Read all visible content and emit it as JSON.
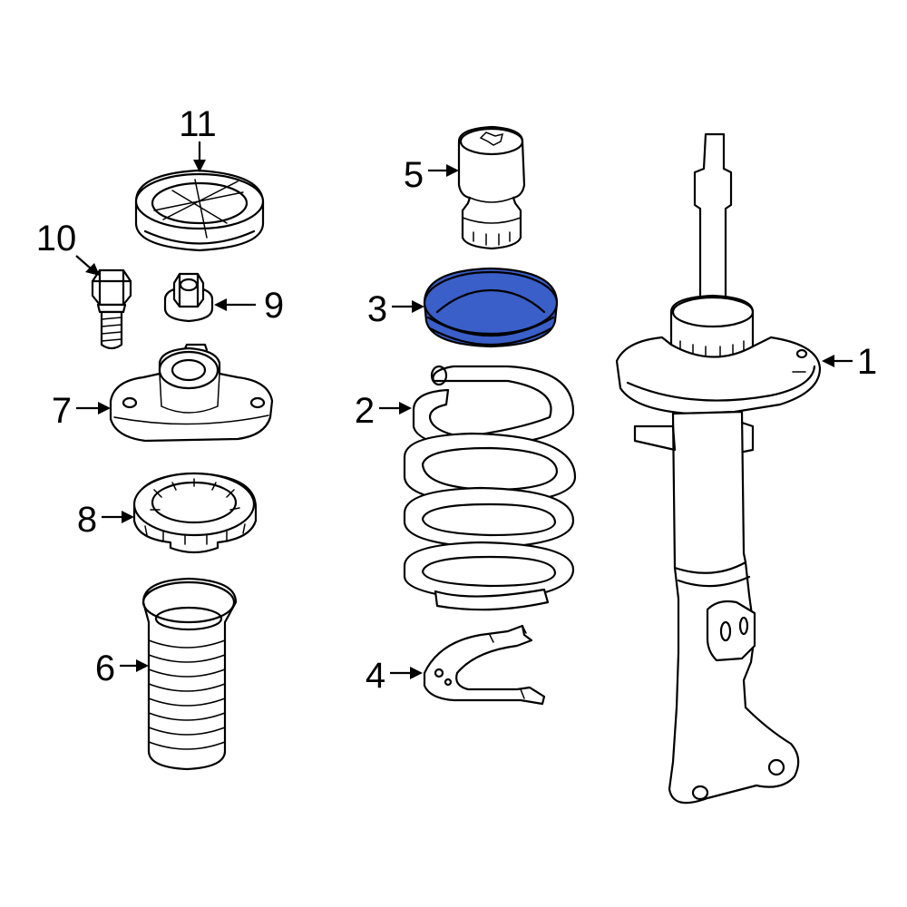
{
  "highlight_color": "#3a5fc8",
  "callouts": {
    "c1": "1",
    "c2": "2",
    "c3": "3",
    "c4": "4",
    "c5": "5",
    "c6": "6",
    "c7": "7",
    "c8": "8",
    "c9": "9",
    "c10": "10",
    "c11": "11"
  },
  "highlighted_part": "3"
}
